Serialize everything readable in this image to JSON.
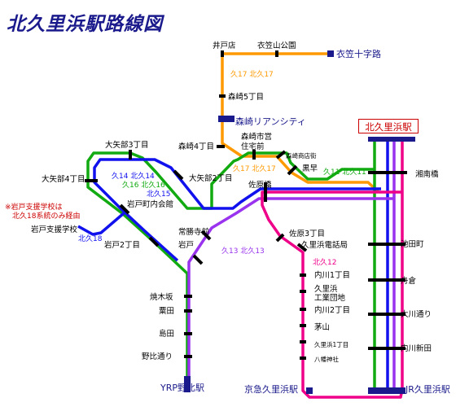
{
  "title": "北久里浜駅路線図",
  "hub": "北久里浜駅",
  "note": [
    "※岩戸支援学校は",
    "　北久18系統のみ経由"
  ],
  "colors": {
    "orange": "#ff9900",
    "green": "#11aa11",
    "blue": "#1111ee",
    "purple": "#9933ee",
    "pink": "#ee0088",
    "accent": "#1a1a8c",
    "red": "#cc0000"
  },
  "terminals": {
    "kinugasa_jujiro": "衣笠十字路",
    "yrp_nobi": "YRP野比駅",
    "keikyu_kurihama": "京急久里浜駅",
    "jr_kurihama": "JR久里浜駅",
    "morisaki_city": "森崎リアンシティ"
  },
  "stops": {
    "idoten": "井戸店",
    "kinugasa_koen": "衣笠山公園",
    "morisaki_5": "森崎5丁目",
    "morisaki_4": "森崎4丁目",
    "morisaki_jutaku_1": "森崎市営",
    "morisaki_jutaku_2": "住宅前",
    "morisaki_shotengai": "森崎商店街",
    "higashiya": "黒早",
    "shonanbashi": "湘南橋",
    "ooyabe_3": "大矢部3丁目",
    "ooyabe_4": "大矢部4丁目",
    "ooyabe_2": "大矢部2丁目",
    "sahara_bashi": "佐原橋",
    "iwato_kaikan": "岩戸町内会館",
    "iwato_shien": "岩戸支援学校",
    "iwato_2": "岩戸2丁目",
    "josenji_mae": "常勝寺前",
    "iwato": "岩戸",
    "sahara_3": "佐原3丁目",
    "kurihama_denwa": "久里浜電話局",
    "uchikawa_1": "内川1丁目",
    "kurihama_kogyo_1": "久里浜",
    "kurihama_kogyo_2": "工業団地",
    "uchikawa_2": "内川2丁目",
    "kayama": "茅山",
    "kurihama_1": "久里浜1丁目",
    "hachiman": "八幡神社",
    "ikeda": "池田町",
    "funakura": "舟倉",
    "ogawadori": "大川通り",
    "uchikawa_shinden": "内川新田",
    "yakisaka": "焼木坂",
    "nagata": "粟田",
    "shimada": "島田",
    "nobidori": "野比通り"
  },
  "routes": {
    "kita17": "久17 北久17",
    "kita17_b": "久17 北久17",
    "kita11": "久11 北久11",
    "kita14": "久14 北久14",
    "kita16": "久16 北久16",
    "kita15": "北久15",
    "kita18": "北久18",
    "kita13": "久13 北久13",
    "kita12": "北久12"
  }
}
